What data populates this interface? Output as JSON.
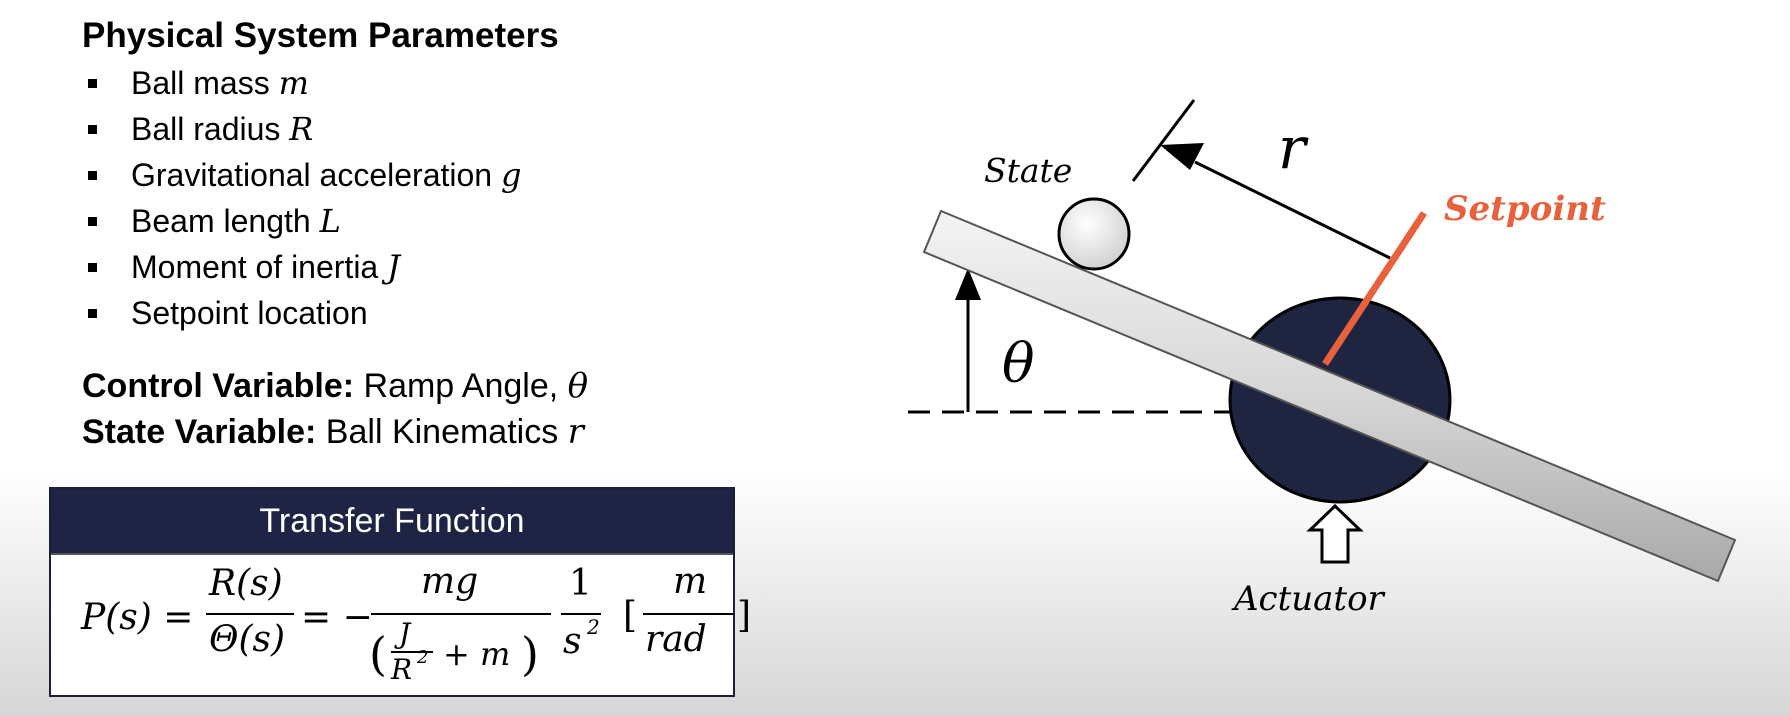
{
  "params": {
    "title": "Physical System Parameters",
    "items": [
      {
        "label": "Ball mass",
        "symbol": "m"
      },
      {
        "label": "Ball radius",
        "symbol": "R"
      },
      {
        "label": "Gravitational acceleration",
        "symbol": "g"
      },
      {
        "label": "Beam length",
        "symbol": "L"
      },
      {
        "label": "Moment of inertia",
        "symbol": "J"
      },
      {
        "label": "Setpoint location",
        "symbol": ""
      }
    ]
  },
  "control": {
    "label": "Control Variable:",
    "value": "Ramp Angle,",
    "symbol": "θ"
  },
  "state": {
    "label": "State Variable:",
    "value": "Ball Kinematics",
    "symbol": "r"
  },
  "transfer": {
    "header": "Transfer Function",
    "lhs": "P(s) =",
    "num1": "R(s)",
    "den1": "Θ(s)",
    "eq2": "= −",
    "num2": "mg",
    "den2_open": "(",
    "den2_J": "J",
    "den2_R2": "R",
    "den2_sup": "2",
    "den2_tail": "+ m",
    "den2_close": ")",
    "num3": "1",
    "den3": "s",
    "den3_sup": "2",
    "unit_open": "[",
    "unit_num": "m",
    "unit_den": "rad",
    "unit_close": "]"
  },
  "diagram": {
    "state_label": "State",
    "r_label": "r",
    "setpoint_label": "Setpoint",
    "theta_label": "θ",
    "actuator_label": "Actuator",
    "colors": {
      "setpoint": "#e8603c",
      "actuator": "#1f2440",
      "beam": "#d8d8d8"
    }
  }
}
